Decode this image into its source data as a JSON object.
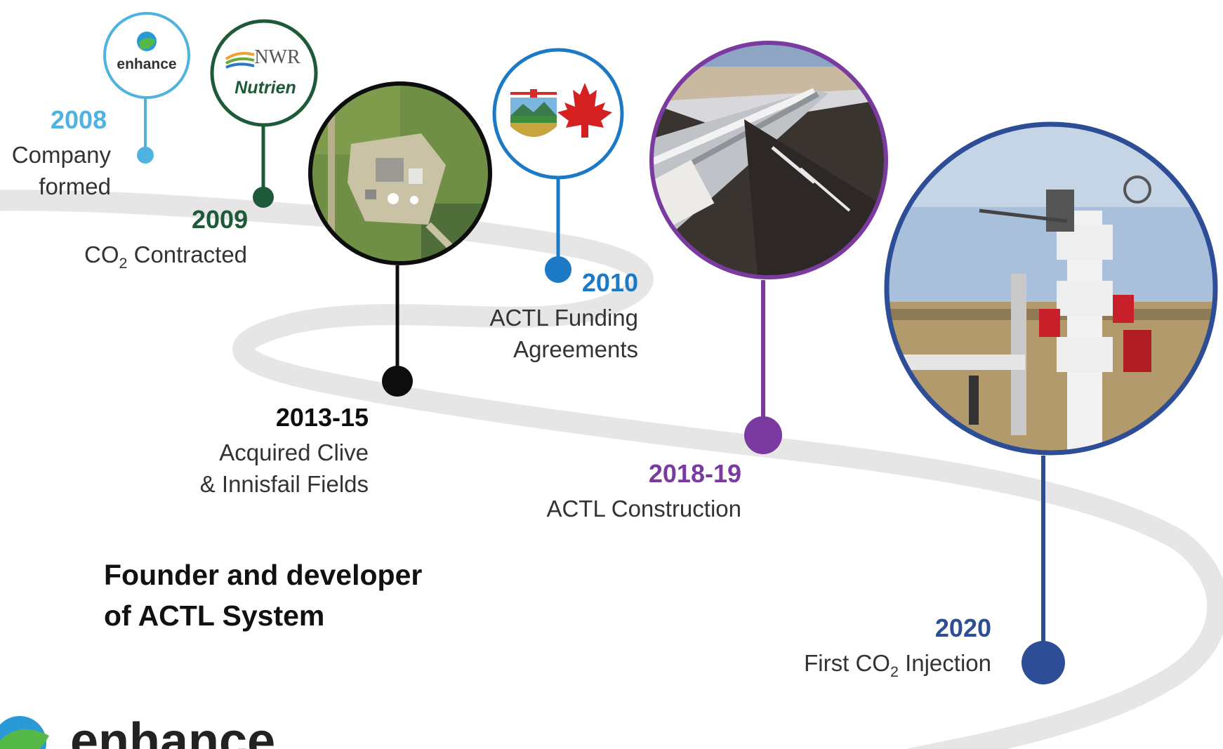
{
  "colors": {
    "light_blue": "#4fb2df",
    "dark_green": "#1e5a3a",
    "black": "#0d0d0d",
    "blue": "#1b79c6",
    "purple": "#7a3aa0",
    "navy": "#2d4e96",
    "road": "#e6e6e6"
  },
  "milestones": [
    {
      "year": "2008",
      "desc_lines": [
        "Company",
        "formed"
      ],
      "color_key": "light_blue",
      "icon": "enhance-logo-icon"
    },
    {
      "year": "2009",
      "desc_prefix": "CO",
      "desc_sub": "2",
      "desc_suffix": " Contracted",
      "color_key": "dark_green",
      "icon": "nwr-nutrien-logo-icon"
    },
    {
      "year": "2013-15",
      "desc_lines": [
        "Acquired Clive",
        "& Innisfail Fields"
      ],
      "color_key": "black",
      "icon": "field-aerial-photo"
    },
    {
      "year": "2010",
      "desc_lines": [
        "ACTL Funding",
        "Agreements"
      ],
      "color_key": "blue",
      "icon": "alberta-canada-flags-icon"
    },
    {
      "year": "2018-19",
      "desc_lines": [
        "ACTL Construction"
      ],
      "color_key": "purple",
      "icon": "pipeline-photo"
    },
    {
      "year": "2020",
      "desc_prefix": "First CO",
      "desc_sub": "2",
      "desc_suffix": " Injection",
      "color_key": "navy",
      "icon": "wellhead-photo"
    }
  ],
  "logos": {
    "enhance_small": "enhance",
    "nwr": "NWR",
    "nutrien": "Nutrien",
    "enhance_bottom": "enhance"
  },
  "headline_lines": [
    "Founder and developer",
    "of ACTL System"
  ]
}
